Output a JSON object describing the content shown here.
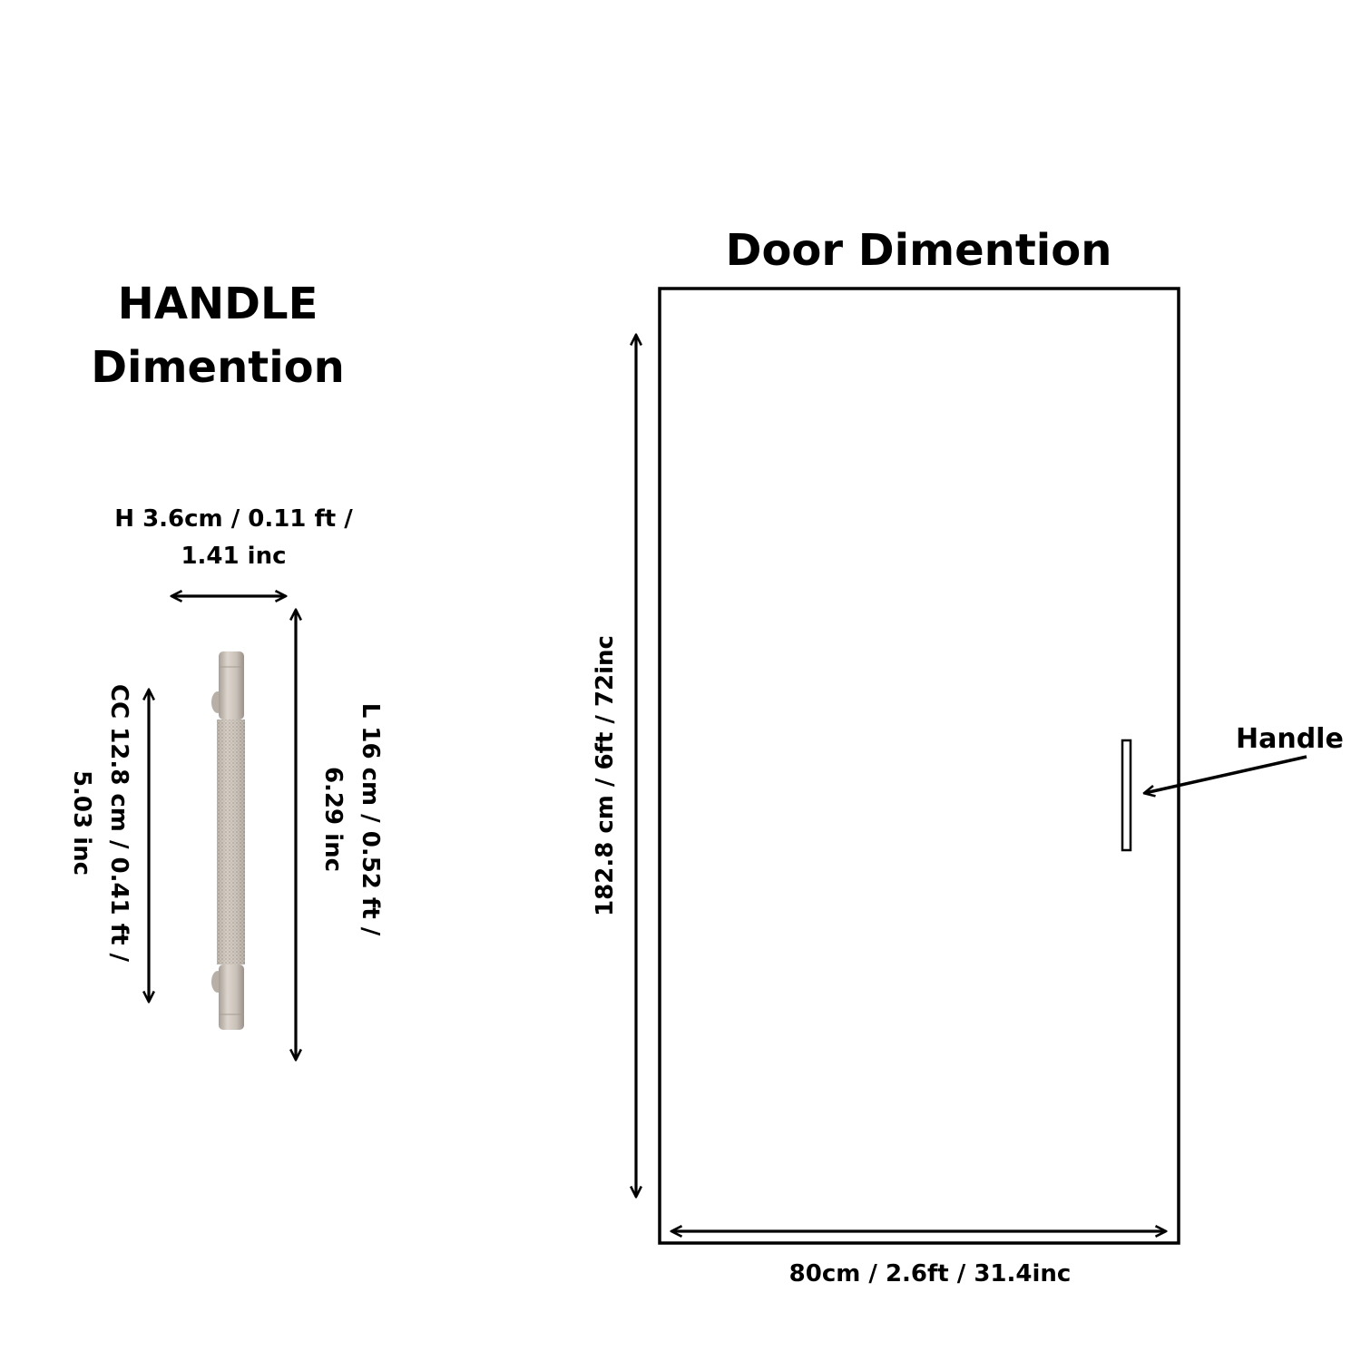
{
  "handle_panel": {
    "title_line1": "HANDLE",
    "title_line2": "Dimention",
    "h_dimension_line1": "H 3.6cm / 0.11 ft /",
    "h_dimension_line2": "1.41 inc",
    "cc_dimension_line1": "CC 12.8 cm / 0.41 ft /",
    "cc_dimension_line2": "5.03 inc",
    "l_dimension_line1": "L 16 cm / 0.52 ft /",
    "l_dimension_line2": "6.29 inc"
  },
  "door_panel": {
    "title": "Door Dimention",
    "height_dimension": "182.8 cm / 6ft / 72inc",
    "width_dimension": "80cm / 2.6ft / 31.4inc",
    "handle_callout": "Handle"
  },
  "colors": {
    "ink": "#000000",
    "background": "#ffffff",
    "handle_metal": "#c9c1b8",
    "handle_shadow": "#9a928a"
  }
}
